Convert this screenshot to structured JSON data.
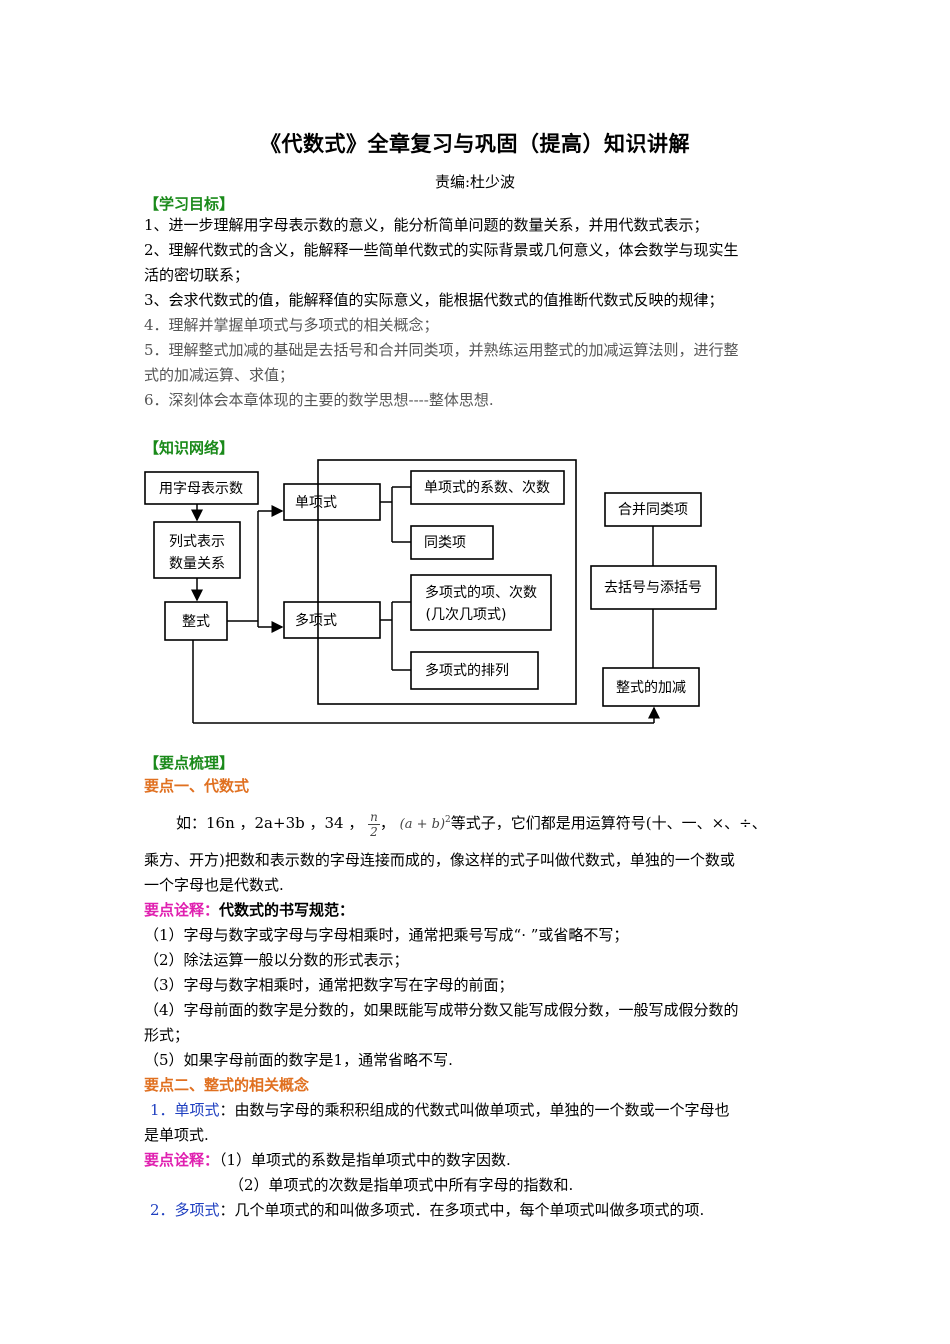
{
  "doc": {
    "title": "《代数式》全章复习与巩固（提高）知识讲解",
    "editor": "责编:杜少波"
  },
  "goals": {
    "heading": "【学习目标】",
    "items": [
      "1、进一步理解用字母表示数的意义，能分析简单问题的数量关系，并用代数式表示；",
      "2、理解代数式的含义，能解释一些简单代数式的实际背景或几何意义，体会数学与现实生",
      "活的密切联系；",
      "3、会求代数式的值，能解释值的实际意义，能根据代数式的值推断代数式反映的规律；",
      "4．理解并掌握单项式与多项式的相关概念；",
      "5．理解整式加减的基础是去括号和合并同类项，并熟练运用整式的加减运算法则，进行整",
      "式的加减运算、求值；",
      "6．深刻体会本章体现的主要的数学思想----整体思想."
    ]
  },
  "network": {
    "heading": "【知识网络】",
    "boxes": {
      "letters": "用字母表示数",
      "expr1": "列式表示",
      "expr2": "数量关系",
      "zhengshi": "整式",
      "monomial": "单项式",
      "polynomial": "多项式",
      "mono_coef": "单项式的系数、次数",
      "like_terms": "同类项",
      "poly_terms1": "多项式的项、次数",
      "poly_terms2": "(几次几项式)",
      "poly_order": "多项式的排列",
      "combine": "合并同类项",
      "brackets": "去括号与添括号",
      "addsub": "整式的加减"
    }
  },
  "points": {
    "heading": "【要点梳理】",
    "p1_title": "要点一、代数式",
    "p1_example_prefix": "如：16n ，2a+3b ，34 ，",
    "p1_frac_num": "n",
    "p1_frac_den": "2",
    "p1_paren": "(a + b)",
    "p1_sup": "2",
    "p1_example_suffix": "等式子，它们都是用运算符号(十、一、×、÷、",
    "p1_line2": "乘方、开方)把数和表示数的字母连接而成的，像这样的式子叫做代数式，单独的一个数或",
    "p1_line3": "一个字母也是代数式.",
    "note_label": "要点诠释：",
    "note1_title": "代数式的书写规范：",
    "rules": [
      "（1）字母与数字或字母与字母相乘时，通常把乘号写成“· ”或省略不写；",
      "（2）除法运算一般以分数的形式表示；",
      "（3）字母与数字相乘时，通常把数字写在字母的前面；",
      "（4）字母前面的数字是分数的，如果既能写成带分数又能写成假分数，一般写成假分数的",
      "形式；",
      "（5）如果字母前面的数字是1，通常省略不写."
    ],
    "p2_title": "要点二、整式的相关概念",
    "mono_label": "1．单项式",
    "mono_text": "：由数与字母的乘积积组成的代数式叫做单项式，单独的一个数或一个字母也",
    "mono_text2": "是单项式.",
    "note2_a": "（1）单项式的系数是指单项式中的数字因数.",
    "note2_b": "（2）单项式的次数是指单项式中所有字母的指数和.",
    "poly_label": "2．多项式",
    "poly_text": "：几个单项式的和叫做多项式．在多项式中，每个单项式叫做多项式的项."
  }
}
